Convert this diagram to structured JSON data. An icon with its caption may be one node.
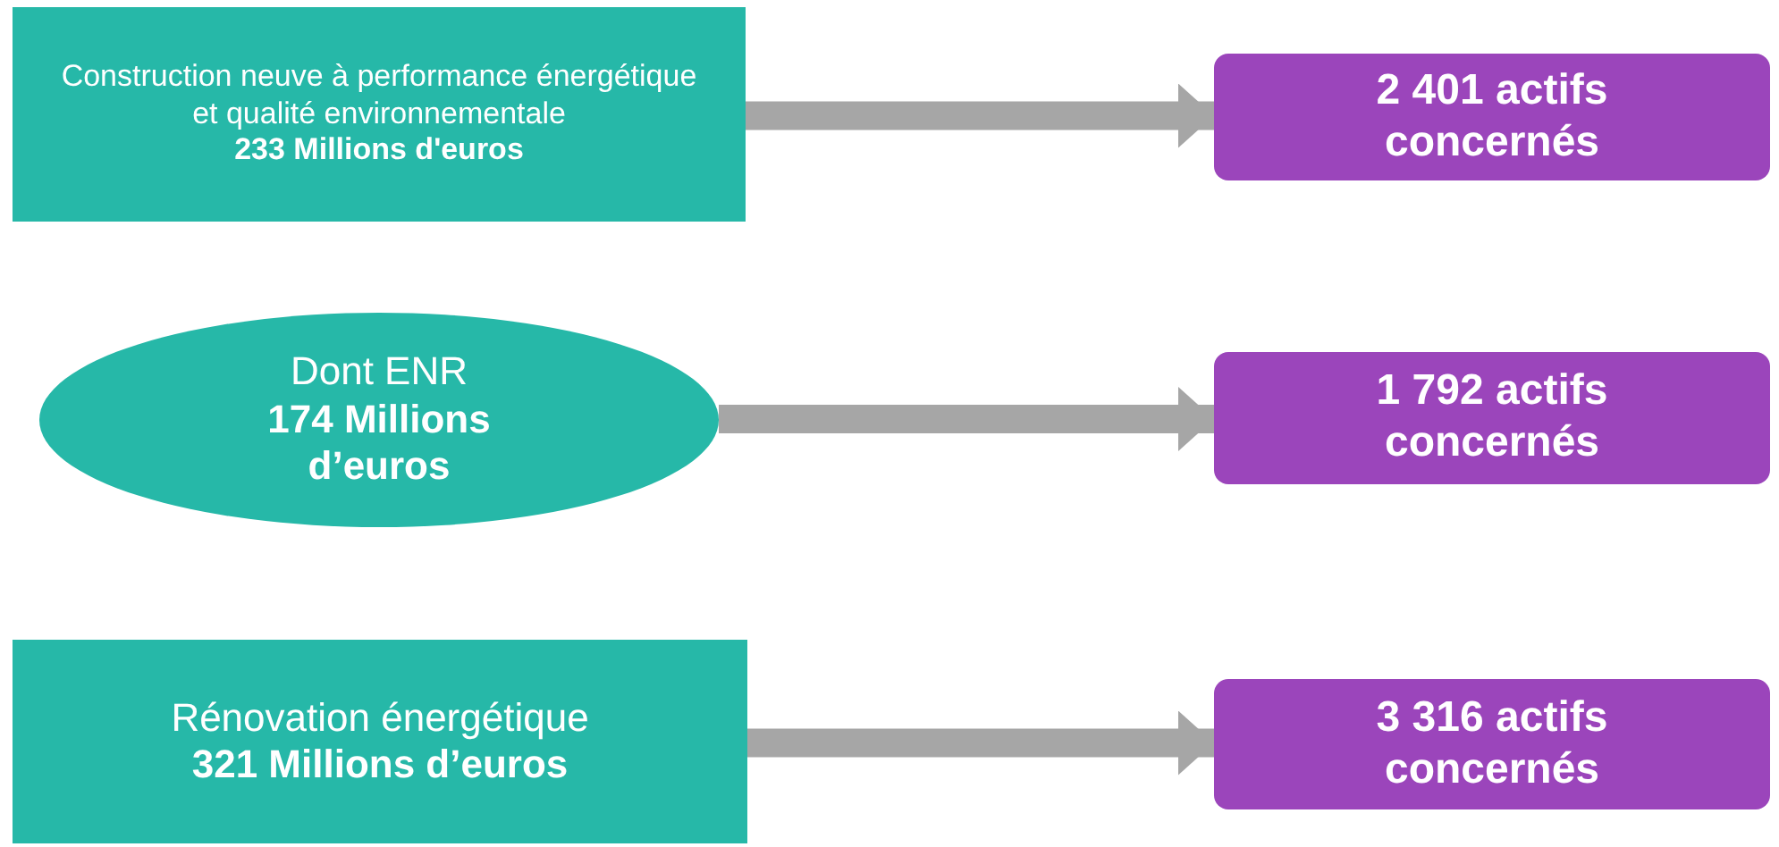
{
  "diagram": {
    "nodes": [
      {
        "text": [
          "Construction neuve à performance énergétique et qualité environnementale",
          "233 Millions d'euros"
        ]
      },
      {
        "text": [
          "2 401 actifs concernés"
        ]
      },
      {
        "text": [
          "Dont ENR",
          "174 Millions d’euros"
        ]
      },
      {
        "text": [
          "1 792 actifs concernés"
        ]
      },
      {
        "text": [
          "Rénovation énergétique",
          "321 Millions d’euros"
        ]
      },
      {
        "text": [
          "3 316 actifs concernés"
        ]
      }
    ],
    "edges": [
      {
        "from": 0,
        "to": 1,
        "arrow": "to"
      },
      {
        "from": 2,
        "to": 3,
        "arrow": "to"
      },
      {
        "from": 4,
        "to": 5,
        "arrow": "to"
      }
    ]
  }
}
